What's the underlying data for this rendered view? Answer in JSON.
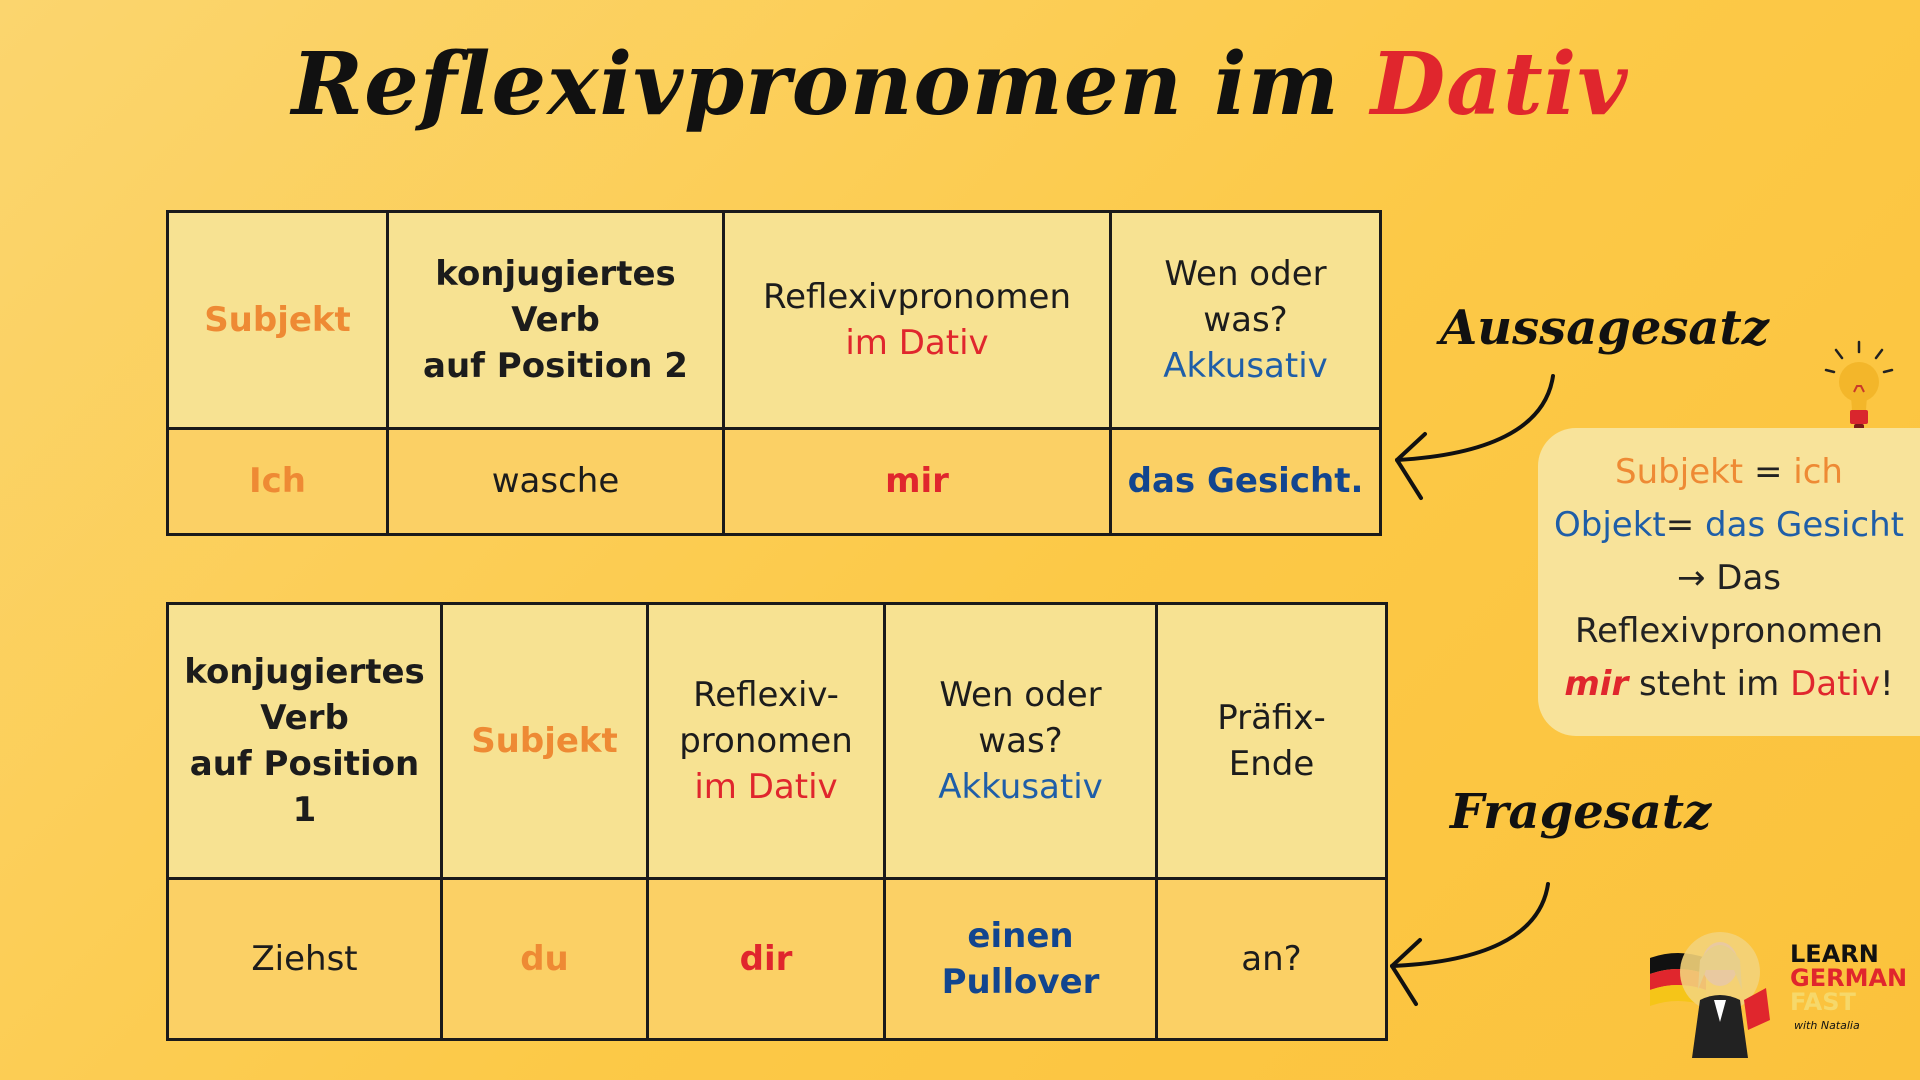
{
  "title": {
    "main": "Reflexivpronomen im",
    "accent": "Dativ"
  },
  "table1": {
    "header": {
      "c1": "Subjekt",
      "c2": [
        "konjugiertes",
        "Verb",
        "auf Position 2"
      ],
      "c3": [
        "Reflexivpronomen",
        "im Dativ"
      ],
      "c4": [
        "Wen oder",
        "was?",
        "Akkusativ"
      ]
    },
    "row": [
      "Ich",
      "wasche",
      "mir",
      "das Gesicht."
    ]
  },
  "table2": {
    "header": {
      "c1": [
        "konjugiertes",
        "Verb",
        "auf Position",
        "1"
      ],
      "c2": "Subjekt",
      "c3": [
        "Reflexiv-",
        "pronomen",
        "im Dativ"
      ],
      "c4": [
        "Wen oder",
        "was?",
        "Akkusativ"
      ],
      "c5": [
        "Präfix-",
        "Ende"
      ]
    },
    "row": [
      "Ziehst",
      "du",
      "dir",
      "einen",
      "Pullover",
      "an?"
    ]
  },
  "labels": {
    "aussagesatz": "Aussagesatz",
    "fragesatz": "Fragesatz"
  },
  "note": {
    "subj_label": "Subjekt",
    "eq": " = ",
    "subj_value": "ich",
    "obj_label": "Objekt",
    "obj_eq": "= ",
    "obj_value": "das Gesicht",
    "arrow_line": "→ Das",
    "reflexiv": "Reflexivpronomen",
    "mir": "mir",
    "steht": " steht im ",
    "dativ": "Dativ",
    "excl": "!"
  },
  "logo": {
    "line1": "LEARN",
    "line2": "GERMAN",
    "line3": "FAST",
    "line4": "with Natalia"
  },
  "colors": {
    "orange": "#ee8a34",
    "red": "#e0262d",
    "blue": "#1f5ea8",
    "header_bg": "#f7e292",
    "row_bg": "#fbd065"
  },
  "icons": [
    "lightbulb-icon",
    "curved-arrow-icon",
    "german-flag-icon"
  ]
}
